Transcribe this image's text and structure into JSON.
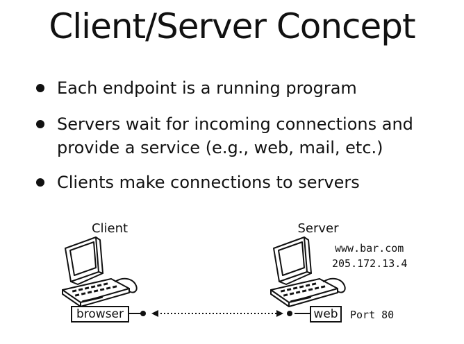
{
  "slide": {
    "title": "Client/Server Concept",
    "bullets": [
      "Each endpoint is a running program",
      "Servers wait for incoming connections and provide a service (e.g., web, mail, etc.)",
      "Clients make connections to servers"
    ]
  },
  "diagram": {
    "client": {
      "label": "Client",
      "program": "browser",
      "icon": "computer-icon"
    },
    "server": {
      "label": "Server",
      "hostname": "www.bar.com",
      "ip": "205.172.13.4",
      "program": "web",
      "port": "Port 80",
      "icon": "computer-icon"
    },
    "connection": {
      "style": "dotted",
      "arrows": "both"
    }
  }
}
